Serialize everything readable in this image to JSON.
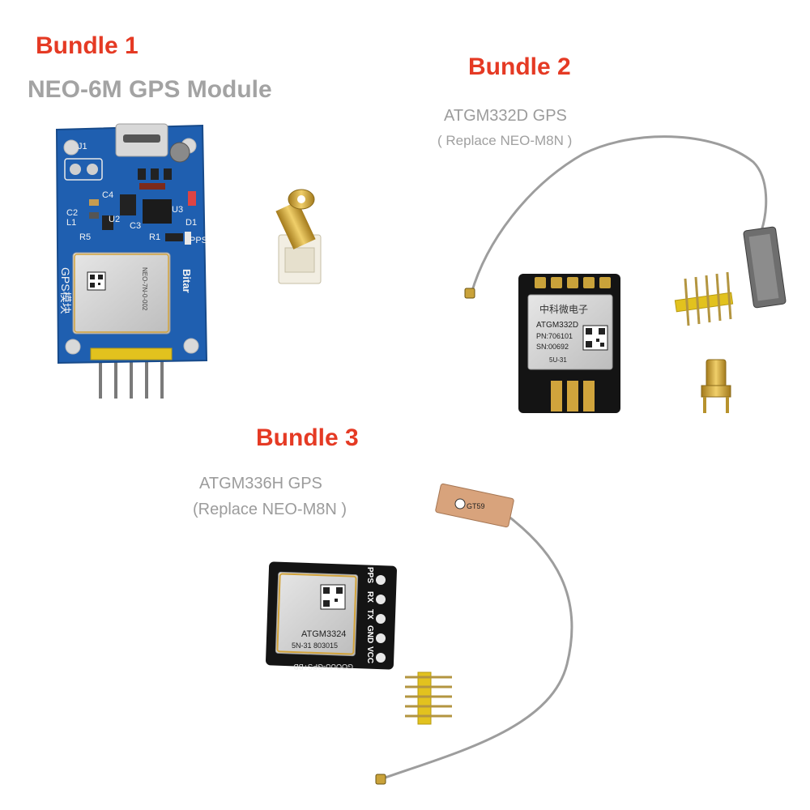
{
  "bundle1": {
    "heading": "Bundle 1",
    "product": "NEO-6M GPS Module",
    "board": {
      "labels": [
        "J1",
        "C4",
        "C2",
        "L1",
        "R5",
        "U2",
        "U3",
        "D1",
        "PPS",
        "R1",
        "C3",
        "GPS模块",
        "NEO-7N-0-002",
        "Bitar"
      ]
    }
  },
  "bundle2": {
    "heading": "Bundle 2",
    "product": "ATGM332D GPS",
    "note": "( Replace NEO-M8N )",
    "chip": {
      "maker": "中科微电子",
      "model": "ATGM332D",
      "pn": "PN:706101",
      "sn": "SN:00692",
      "code": "5U-31"
    }
  },
  "bundle3": {
    "heading": "Bundle 3",
    "product": "ATGM336H GPS",
    "note": "(Replace NEO-M8N )",
    "chip": {
      "model": "ATGM3324",
      "code": "5N-31 803015",
      "pins": [
        "PPS",
        "RX",
        "TX",
        "GND",
        "VCC"
      ],
      "edge": "GOOUU-GPS+BD",
      "antenna": "GT59"
    }
  },
  "colors": {
    "heading": "#e53a24",
    "pcb_blue": "#1f5fb0",
    "pcb_black": "#141414",
    "gold": "#c9a23a"
  }
}
